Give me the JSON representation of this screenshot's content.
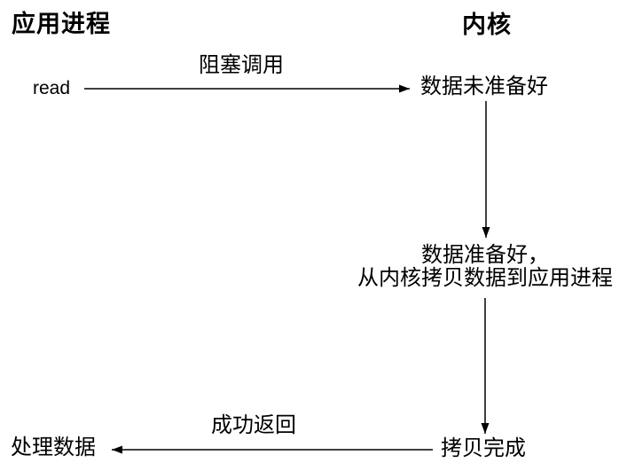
{
  "diagram": {
    "title_left": "应用进程",
    "title_right": "内核",
    "read_label": "read",
    "blocking_call_label": "阻塞调用",
    "data_not_ready": "数据未准备好",
    "data_ready_line1": "数据准备好，",
    "data_ready_line2": "从内核拷贝数据到应用进程",
    "copy_complete": "拷贝完成",
    "success_return_label": "成功返回",
    "process_data": "处理数据"
  },
  "colors": {
    "background": "#ffffff",
    "line": "#000000",
    "text": "#000000"
  }
}
